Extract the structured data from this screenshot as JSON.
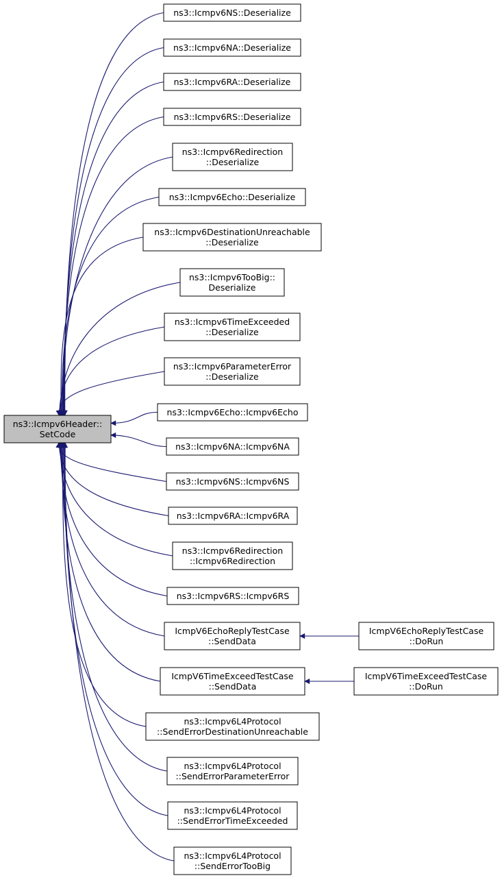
{
  "colors": {
    "edge": "#191970",
    "focus_fill": "#bfbfbf",
    "node_fill": "#ffffff",
    "node_border": "#000000"
  },
  "focus": {
    "id": "setcode",
    "lines": [
      "ns3::Icmpv6Header::",
      "SetCode"
    ]
  },
  "callers": [
    {
      "id": "ns-deser",
      "lines": [
        "ns3::Icmpv6NS::Deserialize"
      ]
    },
    {
      "id": "na-deser",
      "lines": [
        "ns3::Icmpv6NA::Deserialize"
      ]
    },
    {
      "id": "ra-deser",
      "lines": [
        "ns3::Icmpv6RA::Deserialize"
      ]
    },
    {
      "id": "rs-deser",
      "lines": [
        "ns3::Icmpv6RS::Deserialize"
      ]
    },
    {
      "id": "redir-deser",
      "lines": [
        "ns3::Icmpv6Redirection",
        "::Deserialize"
      ]
    },
    {
      "id": "echo-deser",
      "lines": [
        "ns3::Icmpv6Echo::Deserialize"
      ]
    },
    {
      "id": "destunreach-deser",
      "lines": [
        "ns3::Icmpv6DestinationUnreachable",
        "::Deserialize"
      ]
    },
    {
      "id": "toobig-deser",
      "lines": [
        "ns3::Icmpv6TooBig::",
        "Deserialize"
      ]
    },
    {
      "id": "timeexc-deser",
      "lines": [
        "ns3::Icmpv6TimeExceeded",
        "::Deserialize"
      ]
    },
    {
      "id": "paramerr-deser",
      "lines": [
        "ns3::Icmpv6ParameterError",
        "::Deserialize"
      ]
    },
    {
      "id": "echo-ctor",
      "lines": [
        "ns3::Icmpv6Echo::Icmpv6Echo"
      ]
    },
    {
      "id": "na-ctor",
      "lines": [
        "ns3::Icmpv6NA::Icmpv6NA"
      ]
    },
    {
      "id": "ns-ctor",
      "lines": [
        "ns3::Icmpv6NS::Icmpv6NS"
      ]
    },
    {
      "id": "ra-ctor",
      "lines": [
        "ns3::Icmpv6RA::Icmpv6RA"
      ]
    },
    {
      "id": "redir-ctor",
      "lines": [
        "ns3::Icmpv6Redirection",
        "::Icmpv6Redirection"
      ]
    },
    {
      "id": "rs-ctor",
      "lines": [
        "ns3::Icmpv6RS::Icmpv6RS"
      ]
    },
    {
      "id": "echoreply-senddata",
      "lines": [
        "IcmpV6EchoReplyTestCase",
        "::SendData"
      ]
    },
    {
      "id": "timeexceed-senddata",
      "lines": [
        "IcmpV6TimeExceedTestCase",
        "::SendData"
      ]
    },
    {
      "id": "l4-senderr-destunreach",
      "lines": [
        "ns3::Icmpv6L4Protocol",
        "::SendErrorDestinationUnreachable"
      ]
    },
    {
      "id": "l4-senderr-param",
      "lines": [
        "ns3::Icmpv6L4Protocol",
        "::SendErrorParameterError"
      ]
    },
    {
      "id": "l4-senderr-timeexc",
      "lines": [
        "ns3::Icmpv6L4Protocol",
        "::SendErrorTimeExceeded"
      ]
    },
    {
      "id": "l4-senderr-toobig",
      "lines": [
        "ns3::Icmpv6L4Protocol",
        "::SendErrorTooBig"
      ]
    }
  ],
  "second_level": [
    {
      "id": "echoreply-dorun",
      "lines": [
        "IcmpV6EchoReplyTestCase",
        "::DoRun"
      ],
      "calls": "echoreply-senddata"
    },
    {
      "id": "timeexceed-dorun",
      "lines": [
        "IcmpV6TimeExceedTestCase",
        "::DoRun"
      ],
      "calls": "timeexceed-senddata"
    }
  ]
}
